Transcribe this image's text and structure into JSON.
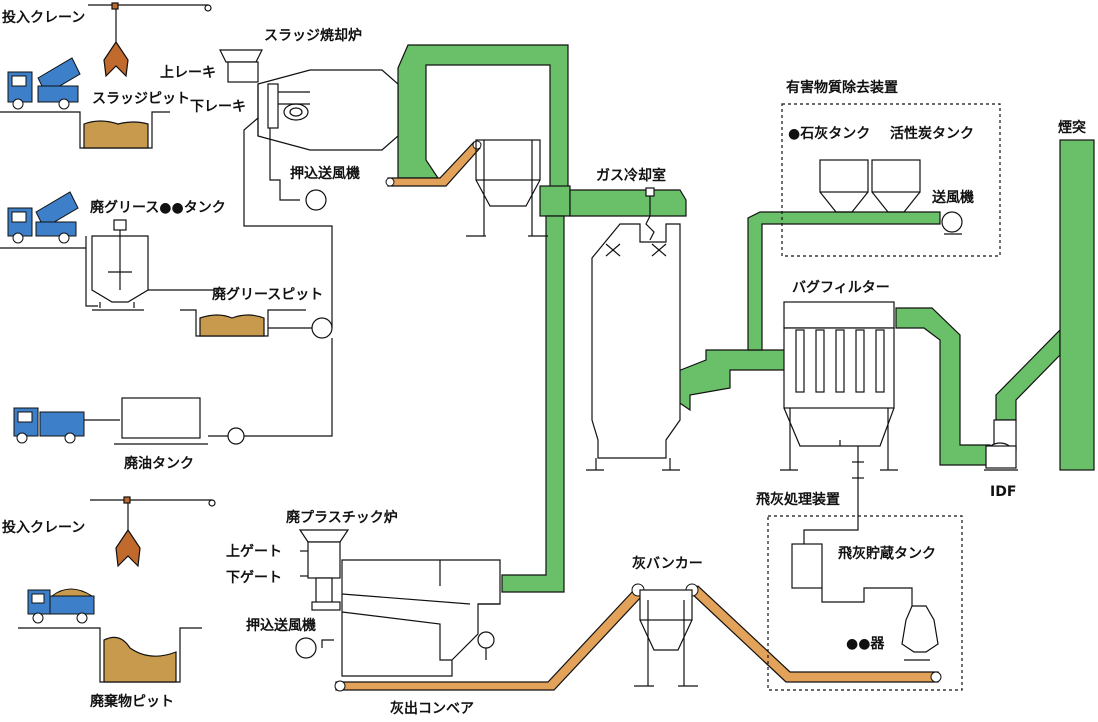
{
  "labels": {
    "crane_top": "投入クレーン",
    "sludge_pit": "スラッジピット",
    "sludge_incinerator": "スラッジ焼却炉",
    "upper_rake": "上レーキ",
    "lower_rake": "下レーキ",
    "push_fan_top": "押込送風機",
    "grease_tank": "廃グリース●●タンク",
    "grease_pit": "廃グリースピット",
    "oil_tank": "廃油タンク",
    "crane_bottom": "投入クレーン",
    "waste_pit": "廃棄物ピット",
    "plastic_furnace": "廃プラスチック炉",
    "upper_gate": "上ゲート",
    "lower_gate": "下ゲート",
    "push_fan_bottom": "押込送風機",
    "ash_conveyor": "灰出コンベア",
    "ash_bunker": "灰バンカー",
    "gas_cooling": "ガス冷却室",
    "harmful_removal": "有害物質除去装置",
    "lime_tank": "●石灰タンク",
    "carbon_tank": "活性炭タンク",
    "blower": "送風機",
    "bag_filter": "バグフィルター",
    "stack": "煙突",
    "idf": "IDF",
    "fly_ash_treatment": "飛灰処理装置",
    "fly_ash_tank": "飛灰貯蔵タンク",
    "vessel": "●●器"
  },
  "colors": {
    "duct_green": "#6abf69",
    "conveyor_orange": "#e3a25a",
    "truck_blue": "#3d7fc9",
    "sludge_brown": "#c79a4e",
    "crane_brown": "#c06a2e",
    "line": "#111111"
  }
}
